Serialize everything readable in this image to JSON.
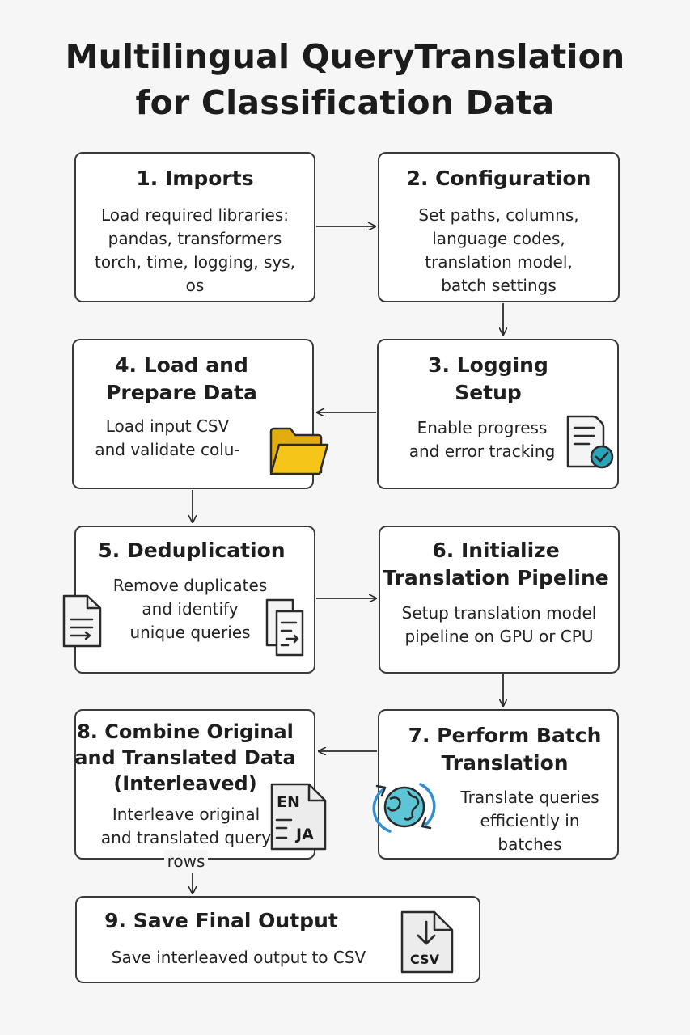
{
  "title": {
    "line1": "Multilingual QueryTranslation",
    "line2": "for Classification Data"
  },
  "steps": [
    {
      "title_lines": [
        "1. Imports"
      ],
      "desc_lines": [
        "Load required libraries:",
        "pandas, transformers",
        "torch, time, logging, sys,",
        "os"
      ]
    },
    {
      "title_lines": [
        "2. Configuration"
      ],
      "desc_lines": [
        "Set paths, columns,",
        "language codes,",
        "translation model,",
        "batch settings"
      ]
    },
    {
      "title_lines": [
        "3. Logging",
        "Setup"
      ],
      "desc_lines": [
        "Enable progress",
        "and error tracking"
      ],
      "icon": "checklist-document-icon"
    },
    {
      "title_lines": [
        "4. Load and",
        "Prepare Data"
      ],
      "desc_lines": [
        "Load input CSV",
        "and validate colu-"
      ],
      "icon": "folder-icon"
    },
    {
      "title_lines": [
        "5. Deduplication"
      ],
      "desc_lines": [
        "Remove duplicates",
        "and identify",
        "unique queries"
      ],
      "icons": [
        "document-icon",
        "filter-document-icon"
      ]
    },
    {
      "title_lines": [
        "6. Initialize",
        "Translation Pipeline"
      ],
      "desc_lines": [
        "Setup translation model",
        "pipeline on GPU or CPU"
      ]
    },
    {
      "title_lines": [
        "7. Perform Batch",
        "Translation"
      ],
      "desc_lines": [
        "Translate queries",
        "efficiently in",
        "batches"
      ],
      "icon": "globe-sync-icon"
    },
    {
      "title_lines": [
        "8. Combine Original",
        "and Translated Data",
        "(Interleaved)"
      ],
      "desc_lines": [
        "Interleave original",
        "and translated query",
        "rows"
      ],
      "icon": "language-document-icon"
    },
    {
      "title_lines": [
        "9. Save Final Output"
      ],
      "desc_lines": [
        "Save interleaved output to CSV"
      ],
      "icon": "csv-download-icon"
    }
  ],
  "icon_labels": {
    "lang_top": "EN",
    "lang_bottom": "JA",
    "csv": "CSV"
  },
  "colors": {
    "folder": "#f5c518",
    "check": "#2aa5b8",
    "globe": "#5cc6d6",
    "sync_ring": "#2f8fd0",
    "border": "#3a3a3a"
  }
}
